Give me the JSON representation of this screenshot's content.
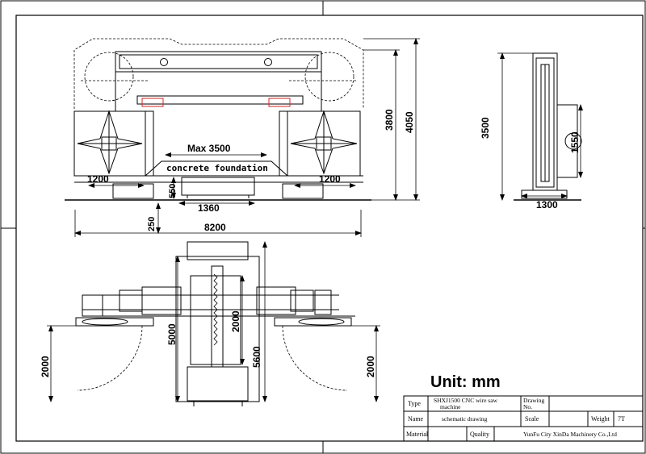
{
  "dimensions": {
    "front_max_span": "Max 3500",
    "front_foundation": "concrete foundation",
    "front_left_offset": "1200",
    "front_right_offset": "1200",
    "front_depth": "550",
    "front_foundation_width": "1360",
    "front_gap": "250",
    "front_total_width": "8200",
    "front_height_inner": "3800",
    "front_height_outer": "4050",
    "side_height": "3500",
    "side_column_height": "1550",
    "side_base_width": "1300",
    "plan_depth": "5000",
    "plan_travel": "2000",
    "plan_length": "5600",
    "plan_door_left": "2000",
    "plan_door_right": "2000"
  },
  "unit_label": "Unit: mm",
  "title_block": {
    "type_label": "Type",
    "type_value_line1": "SHXJ1500 CNC wire saw",
    "type_value_line2": "machine",
    "name_label": "Name",
    "name_value": "schematic drawing",
    "drawing_label_line1": "Drawing",
    "drawing_label_line2": "No.",
    "scale_label": "Scale",
    "weight_label": "Weight",
    "weight_value": "7T",
    "material_label": "Material",
    "quality_label": "Quality",
    "company": "YunFu City XinDa Machinery Co.,Ltd"
  }
}
